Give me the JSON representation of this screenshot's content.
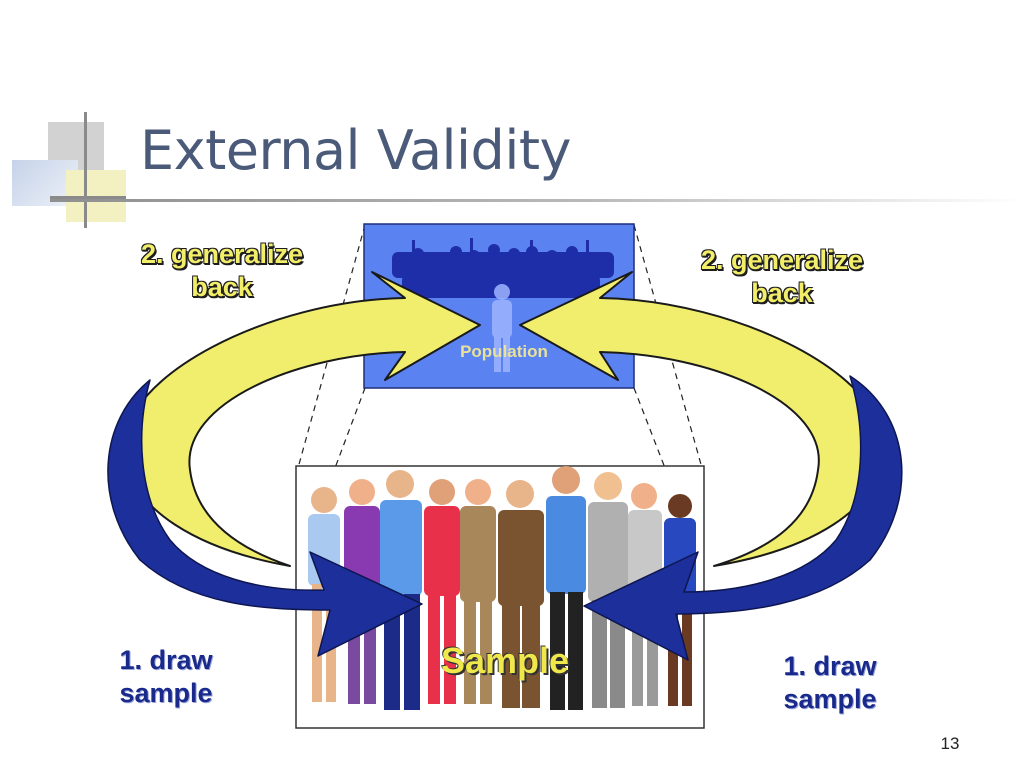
{
  "slide": {
    "title": "External Validity",
    "page_number": "13"
  },
  "diagram": {
    "population_label": "Population",
    "sample_label": "Sample",
    "labels": {
      "generalize_left": [
        "2. generalize",
        "back"
      ],
      "generalize_right": [
        "2. generalize",
        "back"
      ],
      "draw_left": [
        "1. draw",
        "sample"
      ],
      "draw_right": [
        "1. draw",
        "sample"
      ]
    }
  },
  "colors": {
    "title": "#4a5a78",
    "arrow_yellow": "#f0ee6c",
    "arrow_blue": "#1c2f9a",
    "population_bg": "#5a82f0",
    "label_yellow": "#f2ee6a",
    "label_blue": "#1a2a8c"
  },
  "icons": [
    "slide-corner-decoration",
    "crowd-silhouette-image",
    "business-people-clipart"
  ]
}
